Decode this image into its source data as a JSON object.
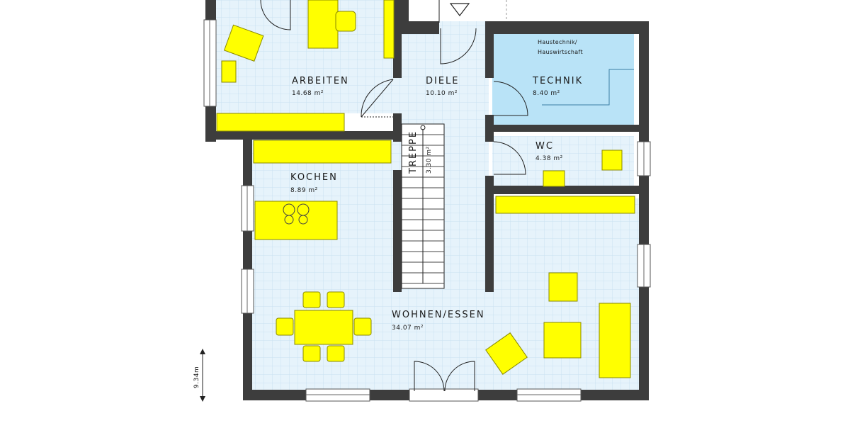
{
  "plan": {
    "colors": {
      "wall": "#3d3d3d",
      "floor": "#e6f3fb",
      "grid": "#c9e2f1",
      "technik_floor": "#b9e3f7",
      "furniture": "#ffff00",
      "furniture_stroke": "#8a8a00"
    },
    "rooms": {
      "arbeiten": {
        "name": "ARBEITEN",
        "area": "14.68 m²"
      },
      "diele": {
        "name": "DIELE",
        "area": "10.10 m²"
      },
      "technik": {
        "name": "TECHNIK",
        "area": "8.40 m²",
        "note_line1": "Haustechnik/",
        "note_line2": "Hauswirtschaft"
      },
      "wc": {
        "name": "WC",
        "area": "4.38 m²"
      },
      "kochen": {
        "name": "KOCHEN",
        "area": "8.89 m²"
      },
      "treppe": {
        "name": "TREPPE",
        "area": "3.30 m²"
      },
      "wohnen": {
        "name": "WOHNEN/ESSEN",
        "area": "34.07 m²"
      }
    },
    "dimension": {
      "label": "9.34m"
    },
    "icons": {
      "entrance": "entrance-triangle-icon",
      "dimension": "dimension-arrow-icon"
    }
  }
}
